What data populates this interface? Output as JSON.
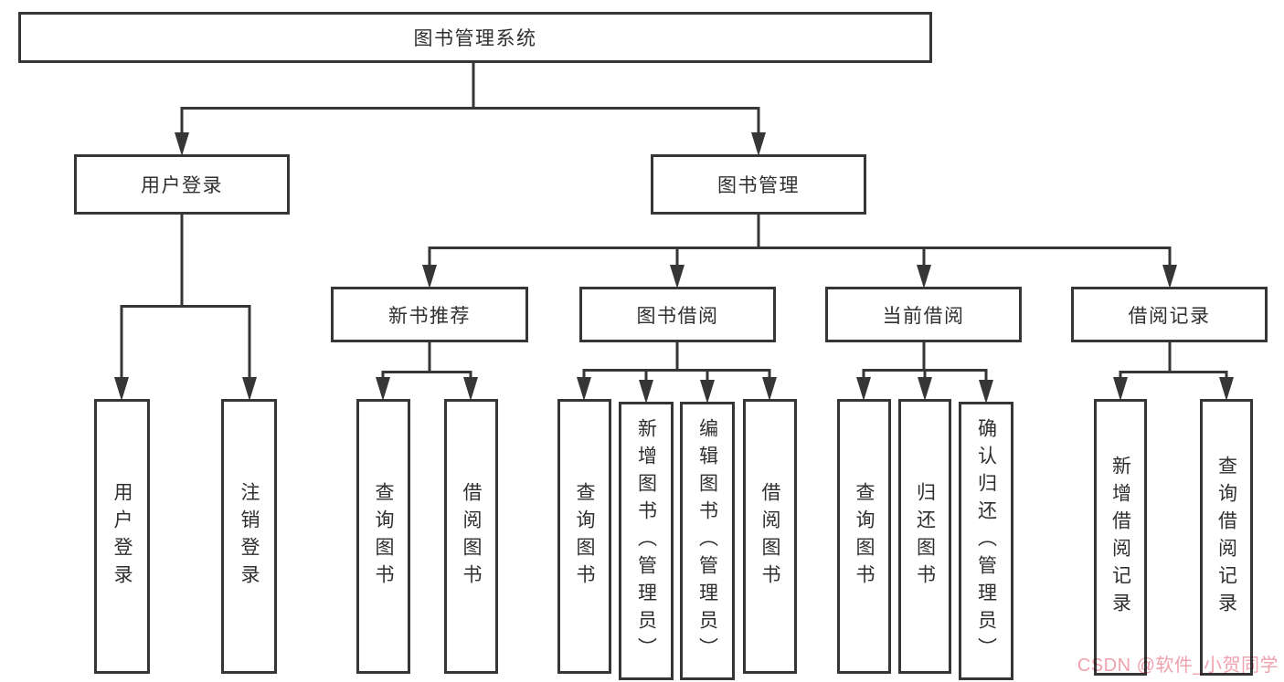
{
  "tree": {
    "root": "图书管理系统",
    "branches": [
      {
        "label": "用户登录",
        "leaves": [
          "用户登录",
          "注销登录"
        ]
      },
      {
        "label": "图书管理",
        "groups": [
          {
            "label": "新书推荐",
            "leaves": [
              "查询图书",
              "借阅图书"
            ]
          },
          {
            "label": "图书借阅",
            "leaves": [
              "查询图书",
              "新增图书（管理员）",
              "编辑图书（管理员）",
              "借阅图书"
            ]
          },
          {
            "label": "当前借阅",
            "leaves": [
              "查询图书",
              "归还图书",
              "确认归还（管理员）"
            ]
          },
          {
            "label": "借阅记录",
            "leaves": [
              "新增借阅记录",
              "查询借阅记录"
            ]
          }
        ]
      }
    ]
  },
  "watermark": {
    "text": "CSDN @软件_小贺同学",
    "color": "#f0a1ac"
  },
  "colors": {
    "line": "#363636",
    "box_border": "#363636",
    "text": "#2f2f2f",
    "background": "#ffffff"
  }
}
